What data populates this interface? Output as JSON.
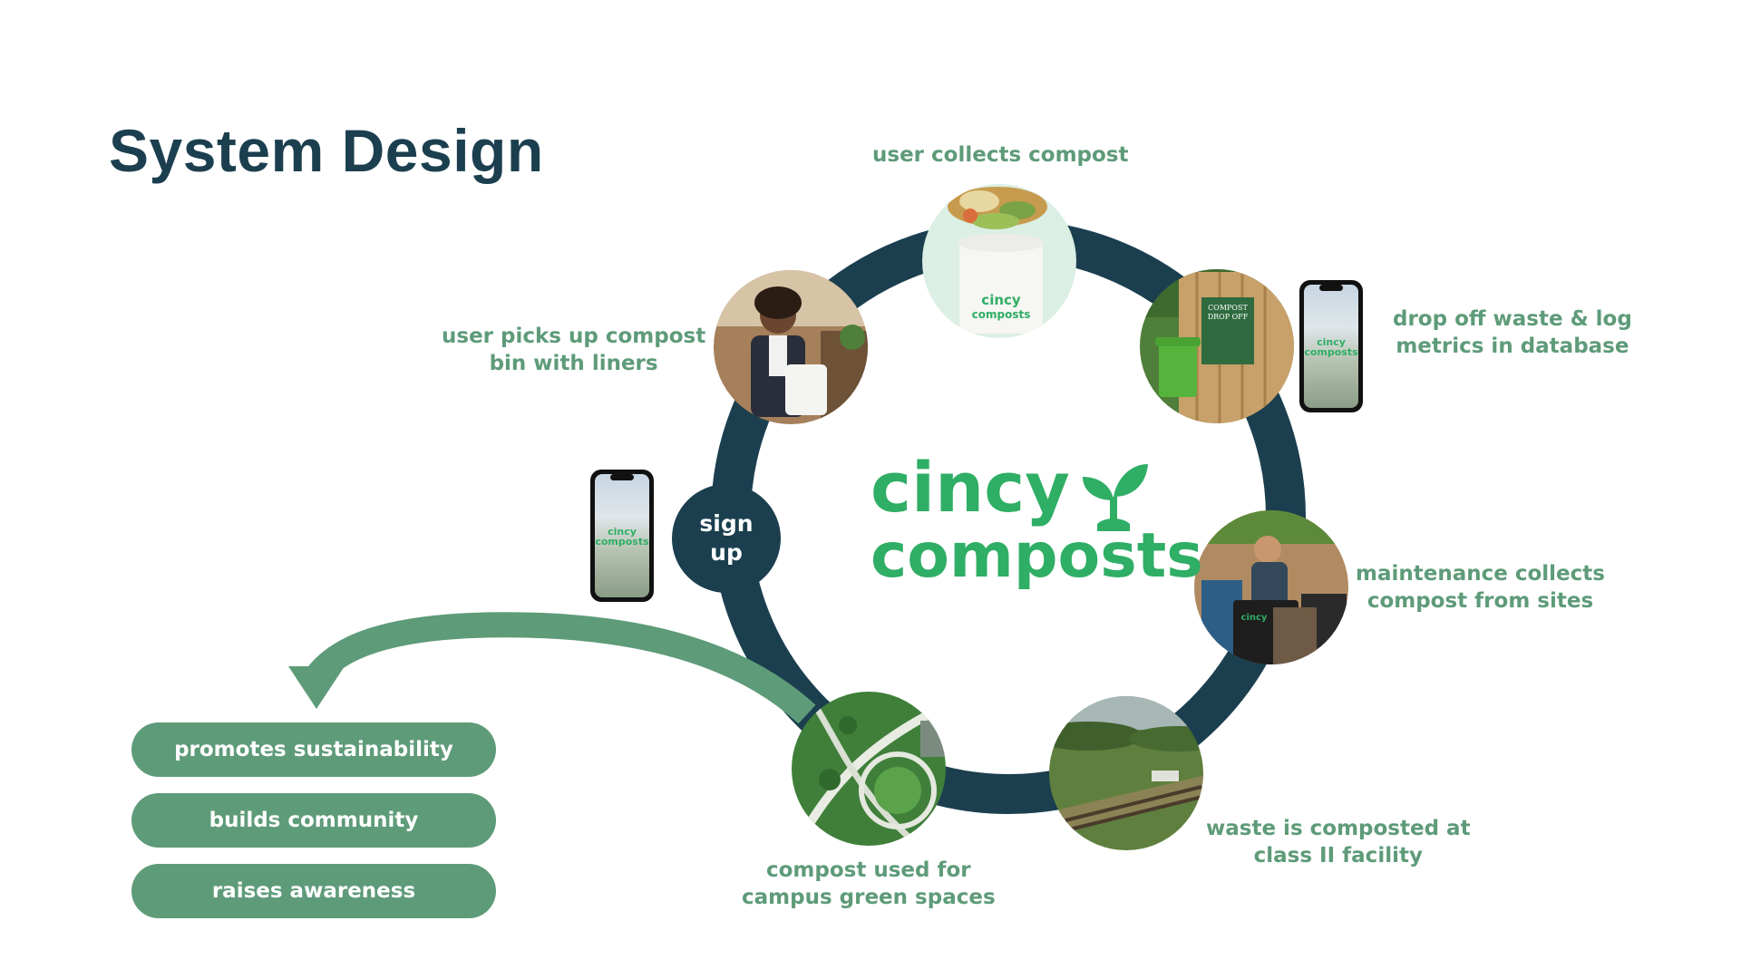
{
  "page": {
    "title": "System Design"
  },
  "logo": {
    "line1": "cincy",
    "line2": "composts",
    "brand_color": "#2fae65"
  },
  "center_node": {
    "label_line1": "sign",
    "label_line2": "up"
  },
  "steps": [
    {
      "id": "collect",
      "lines": [
        "user collects compost"
      ]
    },
    {
      "id": "dropoff",
      "lines": [
        "drop off waste & log",
        "metrics in database"
      ]
    },
    {
      "id": "maintenance",
      "lines": [
        "maintenance collects",
        "compost from sites"
      ]
    },
    {
      "id": "facility",
      "lines": [
        "waste is composted at",
        "class II facility"
      ]
    },
    {
      "id": "greenspace",
      "lines": [
        "compost used for",
        "campus green spaces"
      ]
    },
    {
      "id": "pickup",
      "lines": [
        "user picks up compost",
        "bin with liners"
      ]
    }
  ],
  "benefits": [
    "promotes sustainability",
    "builds community",
    "raises awareness"
  ],
  "bucket_text": {
    "line1": "cincy",
    "line2": "composts"
  },
  "sign_text": {
    "line1": "COMPOST",
    "line2": "DROP OFF"
  },
  "colors": {
    "navy": "#1b3f4f",
    "green": "#5e9b79",
    "brand": "#2fae65",
    "background": "#ffffff"
  }
}
